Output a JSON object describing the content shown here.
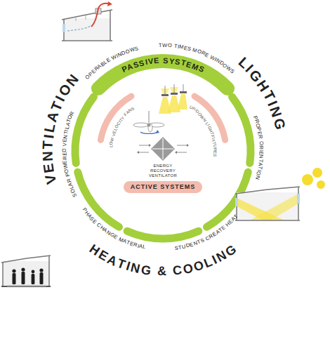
{
  "diagram": {
    "nodes": [
      {
        "text": [
          "PASSIVE SYSTEMS"
        ]
      },
      {
        "text": [
          "ACTIVE SYSTEMS"
        ]
      }
    ],
    "labels": [
      "VENTILATION",
      "LIGHTING",
      "HEATING & COOLING",
      "OPERABLE WINDOWS",
      "TWO TIMES MORE WINDOWS",
      "PROPER ORIENTATION",
      "STUDENTS CREATE HEAT",
      "PHASE CHANGE MATERIAL",
      "SOLAR POWERED VENTILATOR",
      "LOW VELOCITY FANS",
      "UP/DOWN LIGHTFIXTURES",
      "ENERGY RECOVERY VENTILATOR"
    ]
  }
}
